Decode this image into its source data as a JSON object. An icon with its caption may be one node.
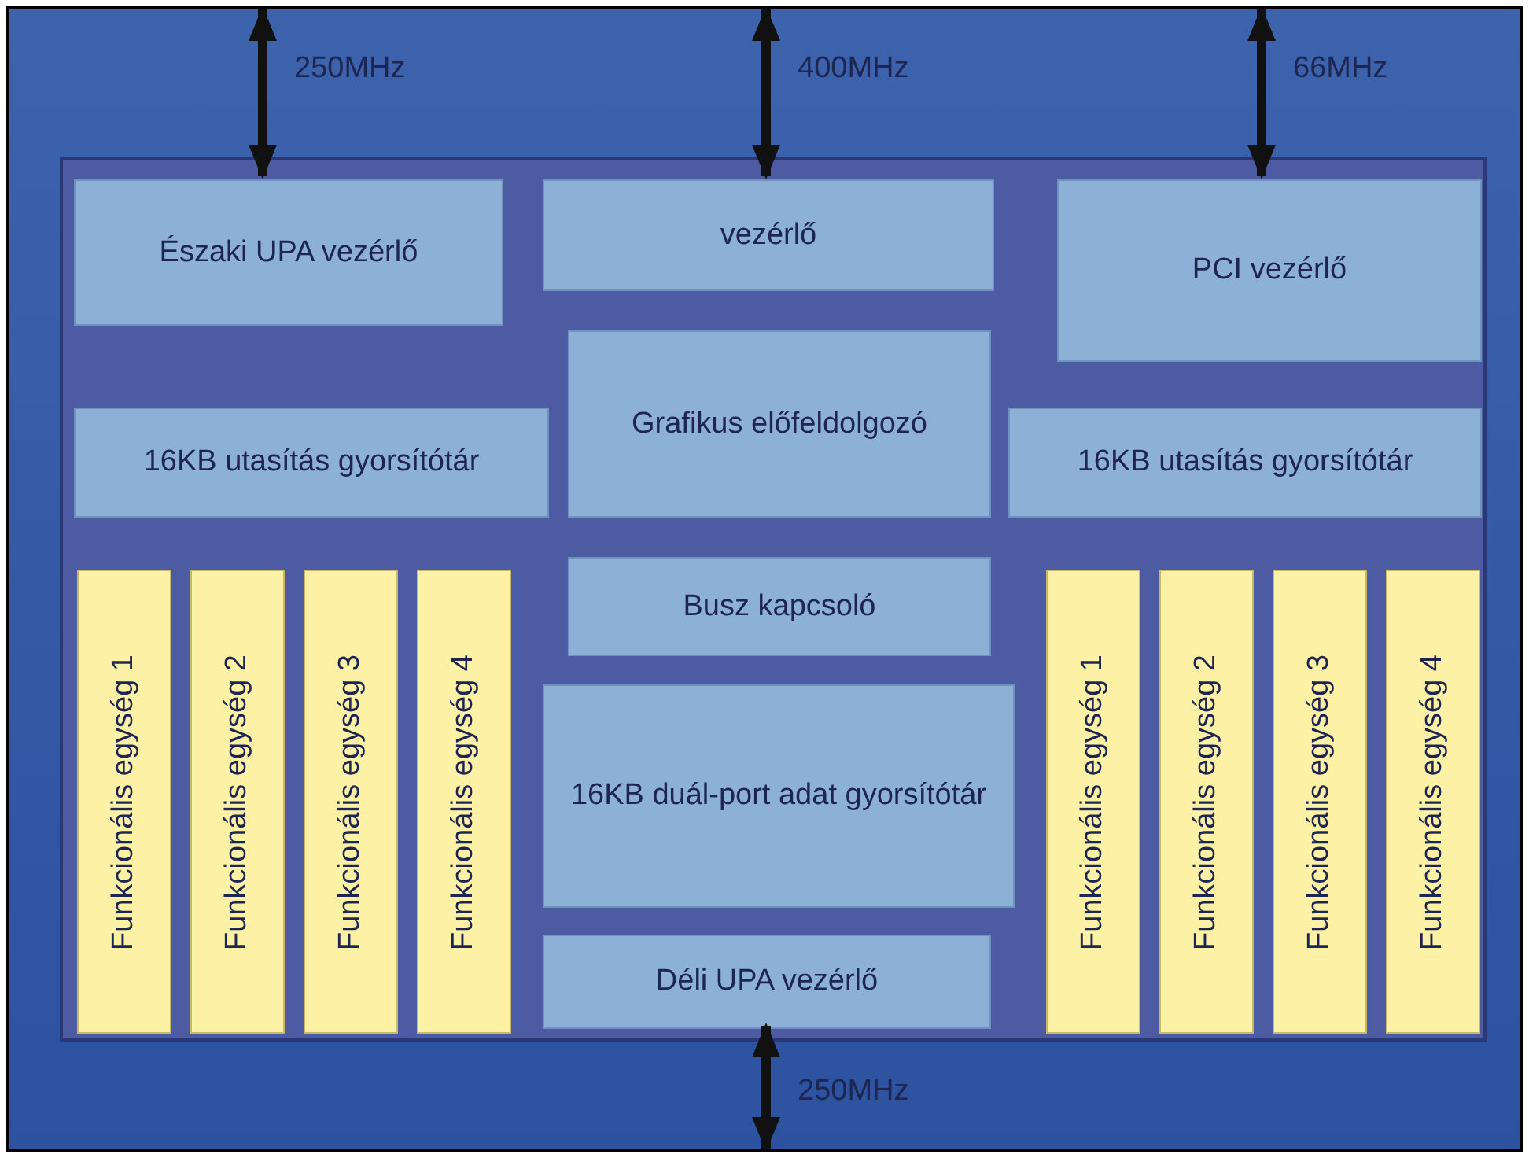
{
  "diagram": {
    "nodes": [
      {
        "text": [],
        "shape": "box"
      },
      {
        "text": [
          "Északi UPA vezérlő"
        ],
        "in": 0
      },
      {
        "text": [
          "vezérlő"
        ],
        "in": 0
      },
      {
        "text": [
          "PCI vezérlő"
        ],
        "in": 0
      },
      {
        "text": [
          "16KB utasítás gyorsítótár"
        ],
        "in": 0
      },
      {
        "text": [
          "Grafikus előfeldolgozó"
        ],
        "in": 0
      },
      {
        "text": [
          "16KB utasítás gyorsítótár"
        ],
        "in": 0
      },
      {
        "text": [
          "Busz kapcsoló"
        ],
        "in": 0
      },
      {
        "text": [
          "16KB duál-port adat gyorsítótár"
        ],
        "in": 0
      },
      {
        "text": [
          "Déli UPA vezérlő"
        ],
        "in": 0
      },
      {
        "text": [
          "Funkcionális egység 1"
        ],
        "in": 0
      },
      {
        "text": [
          "Funkcionális egység 2"
        ],
        "in": 0
      },
      {
        "text": [
          "Funkcionális egység 3"
        ],
        "in": 0
      },
      {
        "text": [
          "Funkcionális egység 4"
        ],
        "in": 0
      },
      {
        "text": [
          "Funkcionális egység 1"
        ],
        "in": 0
      },
      {
        "text": [
          "Funkcionális egység 2"
        ],
        "in": 0
      },
      {
        "text": [
          "Funkcionális egység 3"
        ],
        "in": 0
      },
      {
        "text": [
          "Funkcionális egység 4"
        ],
        "in": 0
      }
    ],
    "edges": [
      {
        "from": null,
        "to": 1,
        "arrow": "both",
        "label": "250MHz"
      },
      {
        "from": null,
        "to": 2,
        "arrow": "both",
        "label": "400MHz"
      },
      {
        "from": null,
        "to": 3,
        "arrow": "both",
        "label": "66MHz"
      },
      {
        "from": 9,
        "to": null,
        "arrow": "both",
        "label": "250MHz"
      }
    ]
  }
}
